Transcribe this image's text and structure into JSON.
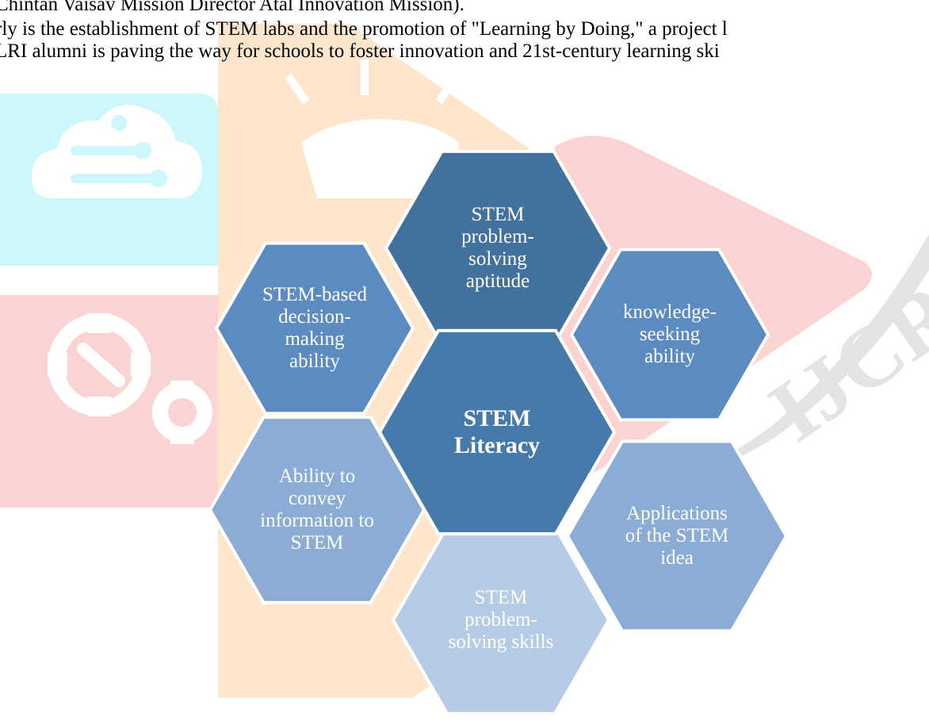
{
  "document": {
    "lines": [
      "Chintan Vaisav Mission Director Atal Innovation Mission).",
      "rly is the establishment of STEM labs and the promotion of \"Learning by Doing,\" a project l",
      "LRI alumni is paving the way for schools to foster innovation and 21st-century learning ski"
    ],
    "watermark_text": "IJCRT"
  },
  "diagram": {
    "center": "STEM\nLiteracy",
    "hexagons": [
      {
        "label": "STEM\nproblem-\nsolving\naptitude",
        "color": "#41719c"
      },
      {
        "label": "STEM-based\ndecision-\nmaking\nability",
        "color": "#5b8bc0"
      },
      {
        "label": "knowledge-\nseeking\nability",
        "color": "#5b8bc0"
      },
      {
        "label": "Ability to\nconvey\ninformation to\nSTEM",
        "color": "#8badd5"
      },
      {
        "label": "Applications\nof the STEM\nidea",
        "color": "#8badd5"
      },
      {
        "label": "STEM\nproblem-\nsolving skills",
        "color": "#b6cbe6"
      }
    ],
    "center_color": "#467aaa"
  },
  "colors": {
    "wm_cyan": "#ccf7fb",
    "wm_orange": "#fde6cb",
    "wm_pink": "#fbd3d3",
    "wm_gray": "#e4e4e4"
  }
}
